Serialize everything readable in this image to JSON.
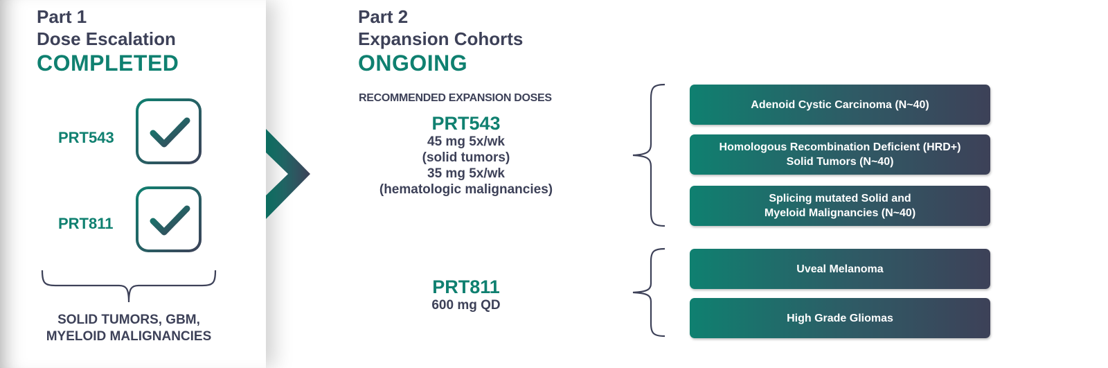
{
  "part1": {
    "label": "Part 1",
    "title": "Dose Escalation",
    "status": "COMPLETED",
    "drugs": [
      "PRT543",
      "PRT811"
    ],
    "caption": [
      "SOLID TUMORS, GBM,",
      "MYELOID MALIGNANCIES"
    ]
  },
  "part2": {
    "label": "Part 2",
    "title": "Expansion Cohorts",
    "status": "ONGOING",
    "rec_title": "RECOMMENDED EXPANSION DOSES",
    "prt543": {
      "name": "PRT543",
      "lines": [
        "45 mg 5x/wk",
        "(solid tumors)",
        "35 mg 5x/wk",
        "(hematologic malignancies)"
      ]
    },
    "prt811": {
      "name": "PRT811",
      "lines": [
        "600 mg QD"
      ]
    },
    "cohorts": [
      {
        "lines": [
          "Adenoid Cystic Carcinoma (N~40)"
        ]
      },
      {
        "lines": [
          "Homologous Recombination Deficient (HRD+)",
          "Solid Tumors (N~40)"
        ]
      },
      {
        "lines": [
          "Splicing mutated Solid and",
          "Myeloid Malignancies (N~40)"
        ]
      },
      {
        "lines": [
          "Uveal Melanoma"
        ]
      },
      {
        "lines": [
          "High Grade Gliomas"
        ]
      }
    ]
  },
  "colors": {
    "teal": "#0f8070",
    "navy": "#3d4158"
  },
  "icons": [
    "checkbox-check-icon",
    "chevron-right-arrow-icon",
    "curly-brace-icon"
  ]
}
